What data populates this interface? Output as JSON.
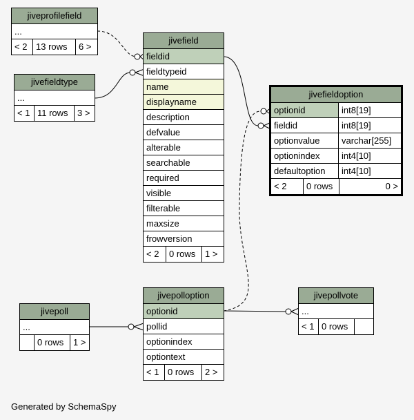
{
  "tables": {
    "jiveprofilefield": {
      "name": "jiveprofilefield",
      "placeholder": "...",
      "footer": [
        "< 2",
        "13 rows",
        "6 >"
      ]
    },
    "jivefieldtype": {
      "name": "jivefieldtype",
      "placeholder": "...",
      "footer": [
        "< 1",
        "11 rows",
        "3 >"
      ]
    },
    "jivefield": {
      "name": "jivefield",
      "columns": [
        "fieldid",
        "fieldtypeid",
        "name",
        "displayname",
        "description",
        "defvalue",
        "alterable",
        "searchable",
        "required",
        "visible",
        "filterable",
        "maxsize",
        "frowversion"
      ],
      "footer": [
        "< 2",
        "0 rows",
        "1 >"
      ]
    },
    "jivefieldoption": {
      "name": "jivefieldoption",
      "columns": [
        {
          "name": "optionid",
          "type": "int8[19]"
        },
        {
          "name": "fieldid",
          "type": "int8[19]"
        },
        {
          "name": "optionvalue",
          "type": "varchar[255]"
        },
        {
          "name": "optionindex",
          "type": "int4[10]"
        },
        {
          "name": "defaultoption",
          "type": "int4[10]"
        }
      ],
      "footer": [
        "< 2",
        "0 rows",
        "0 >"
      ]
    },
    "jivepoll": {
      "name": "jivepoll",
      "placeholder": "...",
      "footer": [
        "",
        "0 rows",
        "1 >"
      ]
    },
    "jivepolloption": {
      "name": "jivepolloption",
      "columns": [
        "optionid",
        "pollid",
        "optionindex",
        "optiontext"
      ],
      "footer": [
        "< 1",
        "0 rows",
        "2 >"
      ]
    },
    "jivepollvote": {
      "name": "jivepollvote",
      "placeholder": "...",
      "footer": [
        "< 1",
        "0 rows",
        ""
      ]
    }
  },
  "colors": {
    "header": "#9aab95",
    "primary_key": "#bfd0b9",
    "indexed": "#f4f7da",
    "background": "#f5f5f5"
  },
  "generated_by": "Generated by SchemaSpy"
}
